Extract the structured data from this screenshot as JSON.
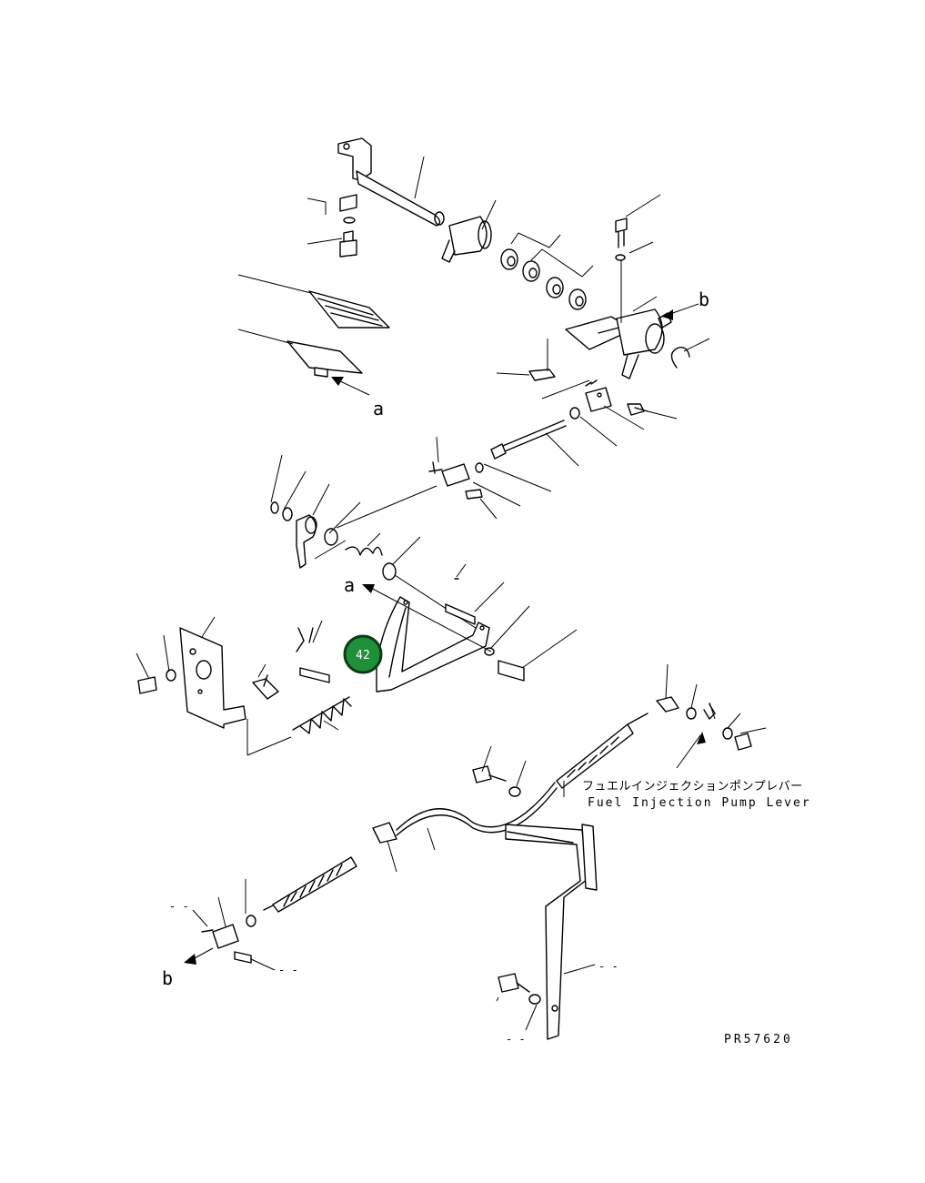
{
  "diagram": {
    "callout_marker": {
      "label": "42",
      "fill": "#1f8f3a",
      "ring": "#0b3d12",
      "text_color": "#ffffff"
    },
    "ref_labels": {
      "a_top": "a",
      "a_mid": "a",
      "b_top": "b",
      "b_bottom": "b"
    },
    "annotation_jp": "フュエルインジェクションポンプレバー",
    "annotation_en": "Fuel Injection Pump Lever",
    "drawing_number": "PR57620",
    "dash_labels": [
      "- -",
      "- -",
      "- -",
      "- -"
    ]
  }
}
